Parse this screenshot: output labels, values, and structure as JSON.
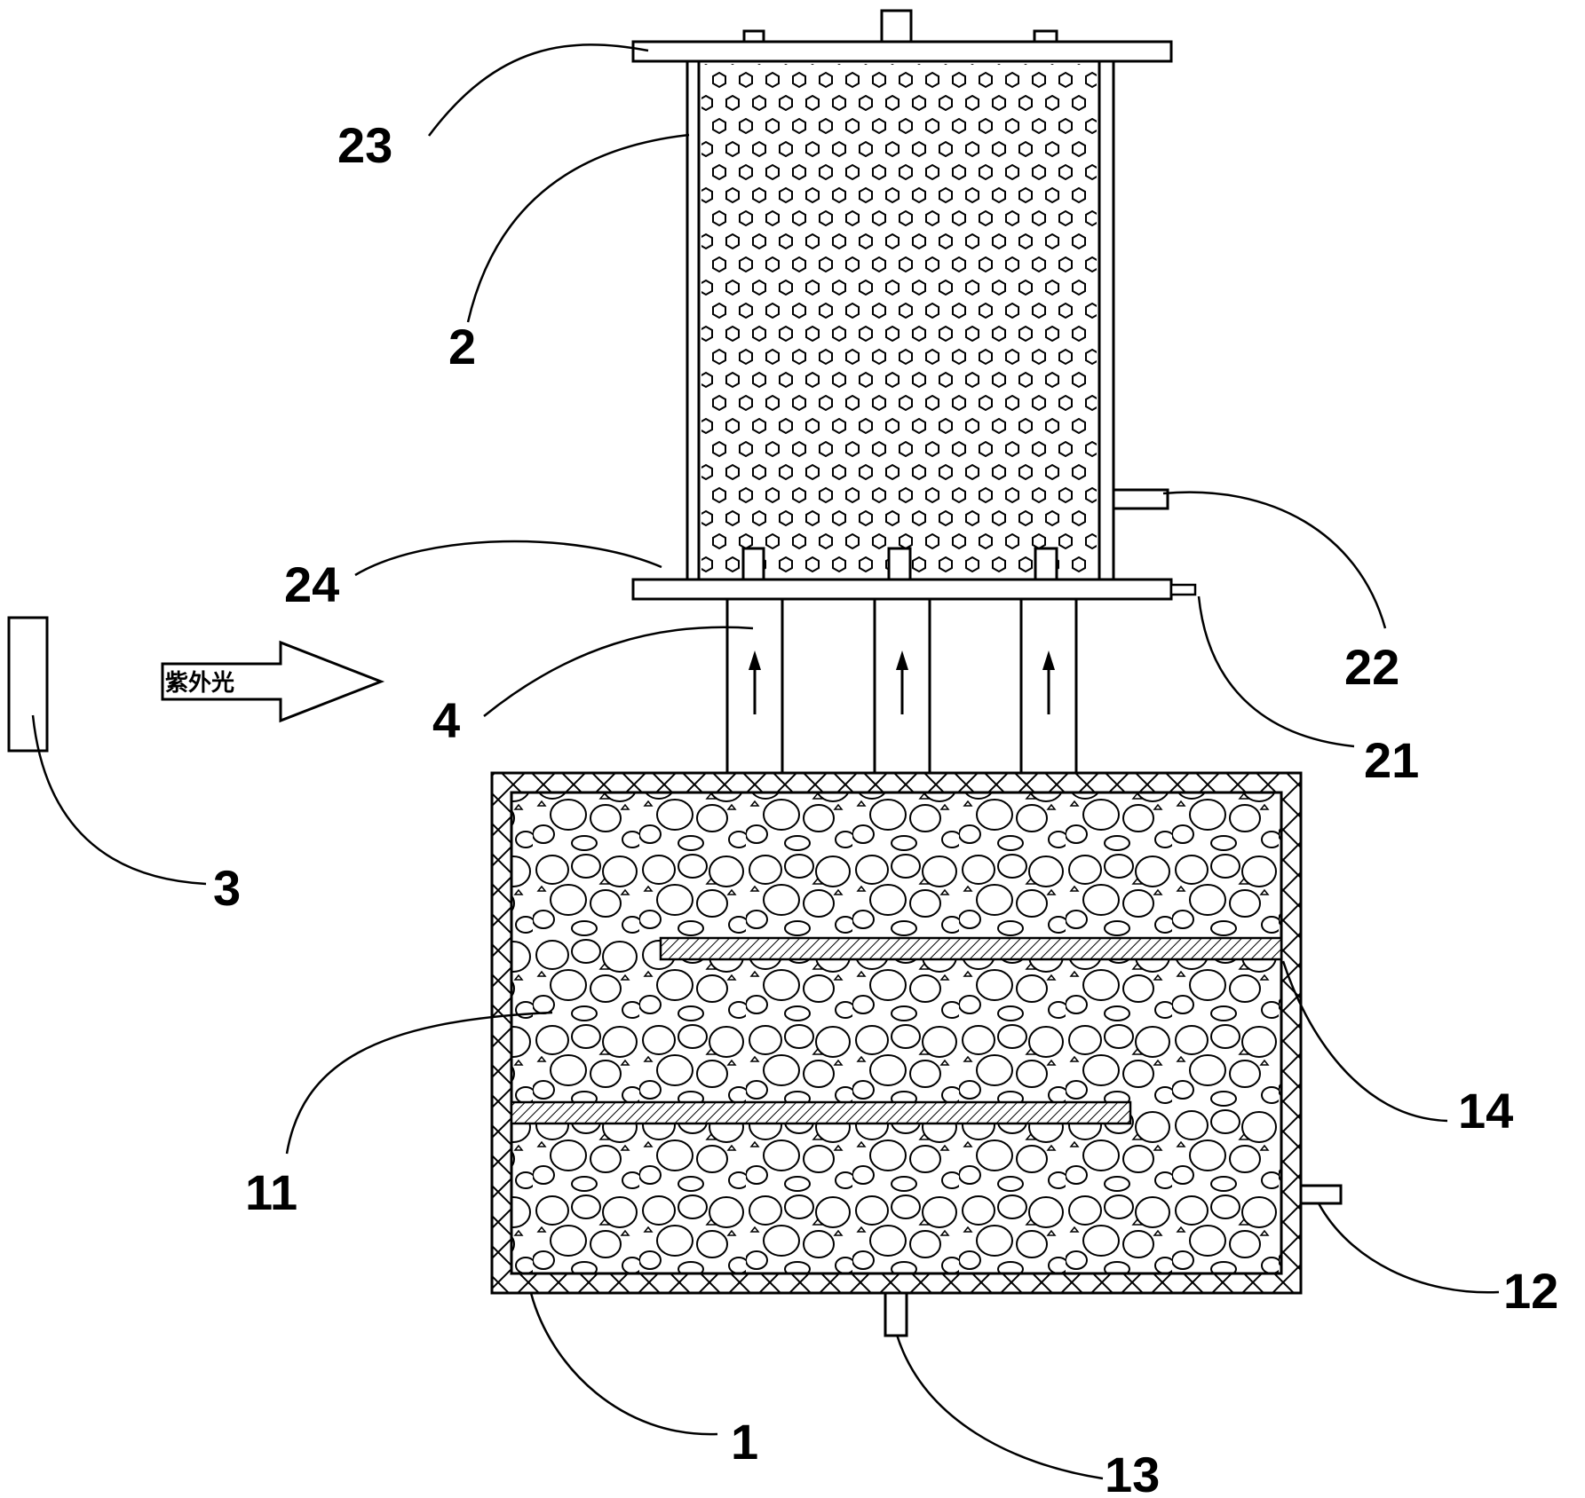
{
  "diagram": {
    "uv_arrow_text": "紫外光",
    "labels": {
      "l1": "1",
      "l2": "2",
      "l3": "3",
      "l4": "4",
      "l11": "11",
      "l12": "12",
      "l13": "13",
      "l14": "14",
      "l21": "21",
      "l22": "22",
      "l23": "23",
      "l24": "24"
    },
    "colors": {
      "line": "#000000",
      "background": "#ffffff",
      "hatch": "#000000"
    }
  }
}
